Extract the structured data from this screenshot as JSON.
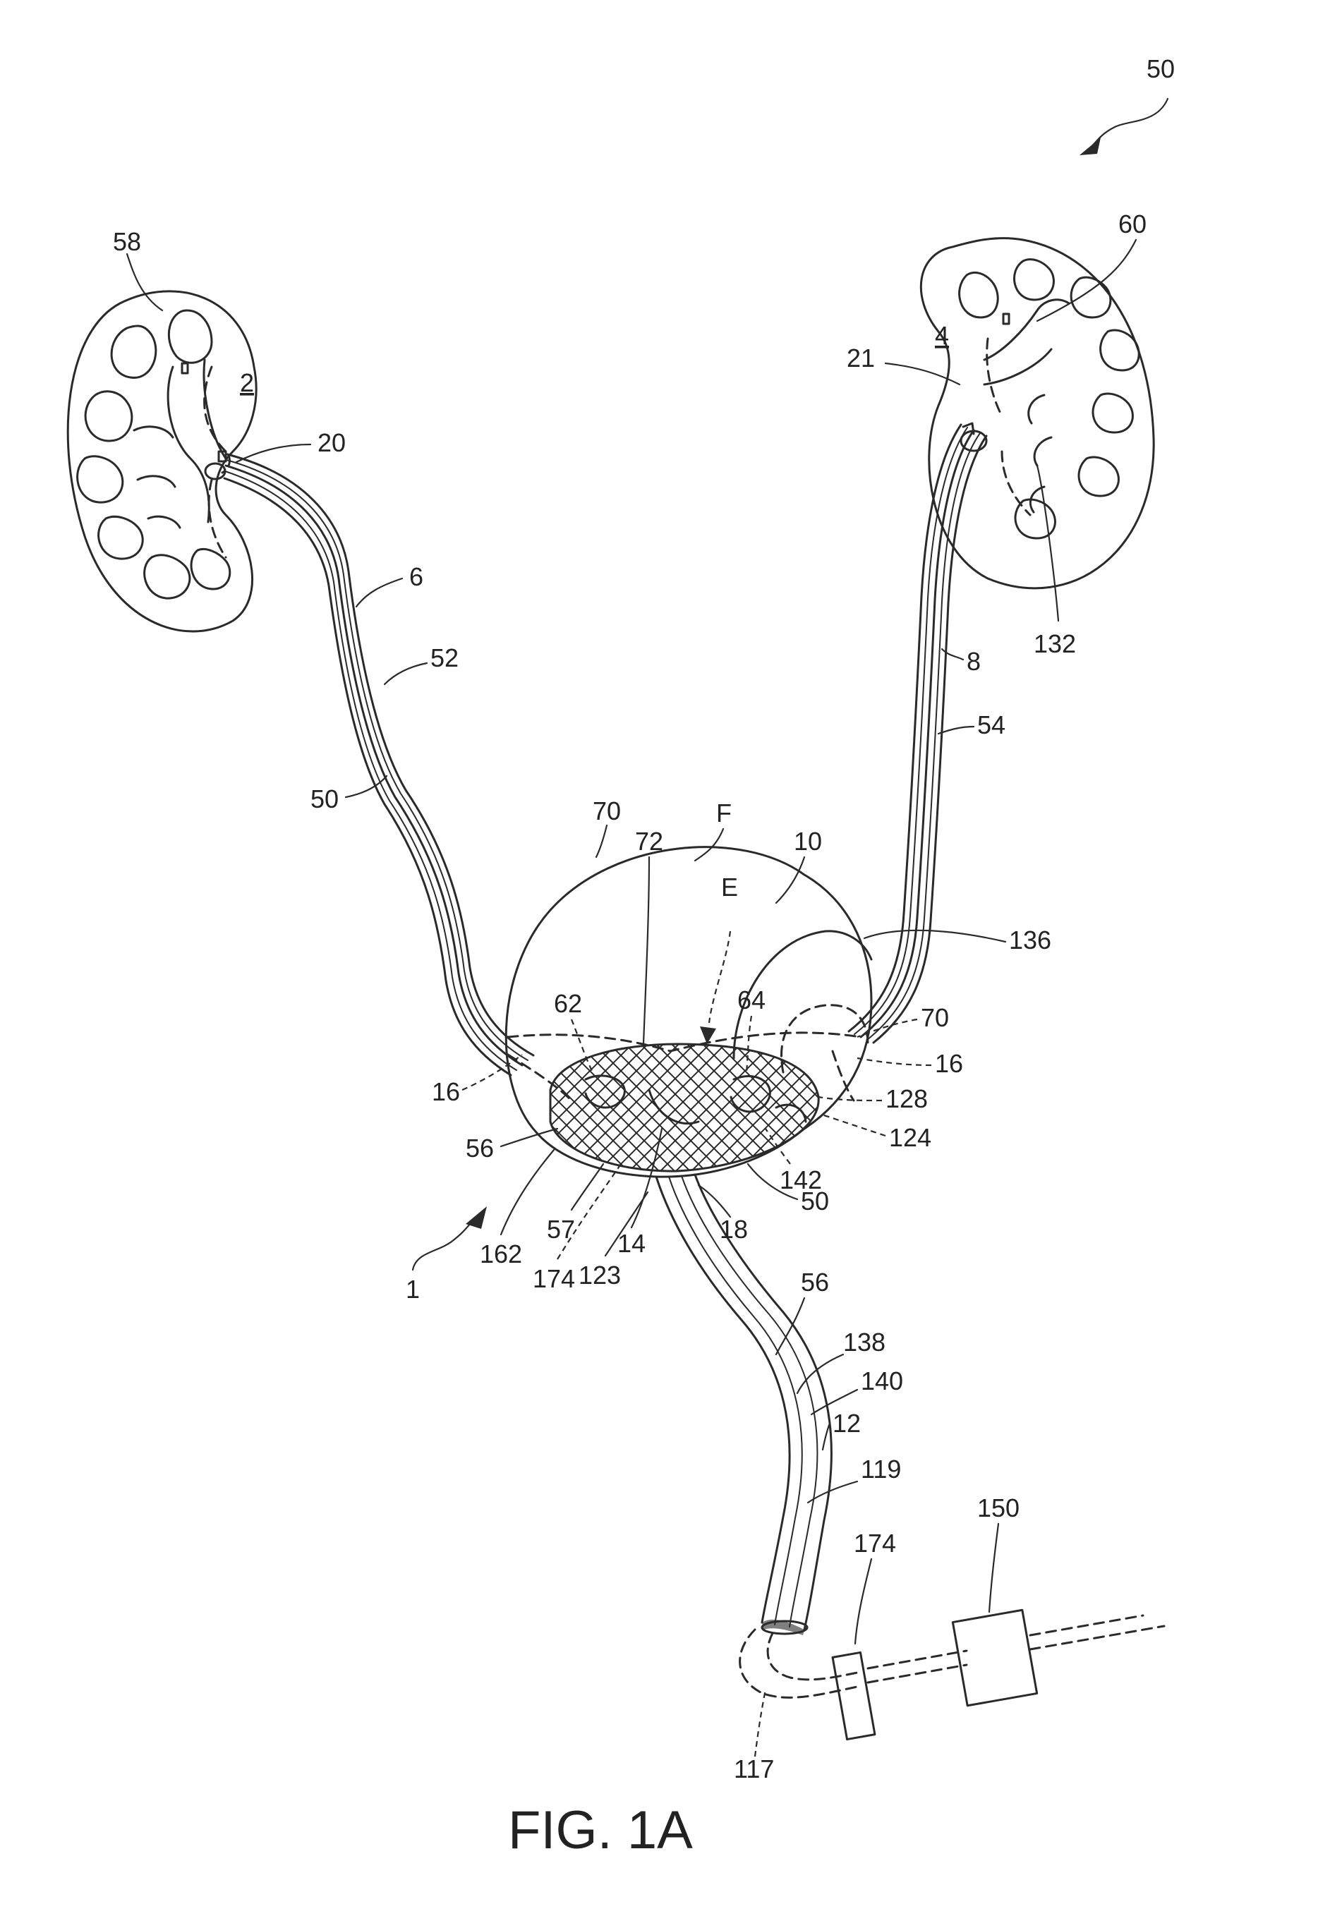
{
  "caption": "FIG. 1A",
  "refs": {
    "r50_top": "50",
    "r58": "58",
    "r2": "2",
    "r20": "20",
    "r6": "6",
    "r52": "52",
    "r50_left": "50",
    "r60": "60",
    "r4": "4",
    "r21": "21",
    "r132": "132",
    "r8": "8",
    "r54": "54",
    "r70_top": "70",
    "r72": "72",
    "rF": "F",
    "rE": "E",
    "r10": "10",
    "r136": "136",
    "r62": "62",
    "r64": "64",
    "r70_right": "70",
    "r16_left": "16",
    "r16_right": "16",
    "r128": "128",
    "r124": "124",
    "r142": "142",
    "r50_bottom": "50",
    "r56_left": "56",
    "r162": "162",
    "r57": "57",
    "r174_left": "174",
    "r123": "123",
    "r14": "14",
    "r18": "18",
    "r1": "1",
    "r56_right": "56",
    "r138": "138",
    "r140": "140",
    "r12": "12",
    "r119": "119",
    "r174_right": "174",
    "r150": "150",
    "r117": "117"
  },
  "colors": {
    "line": "#2a2a2a",
    "background": "#ffffff"
  }
}
